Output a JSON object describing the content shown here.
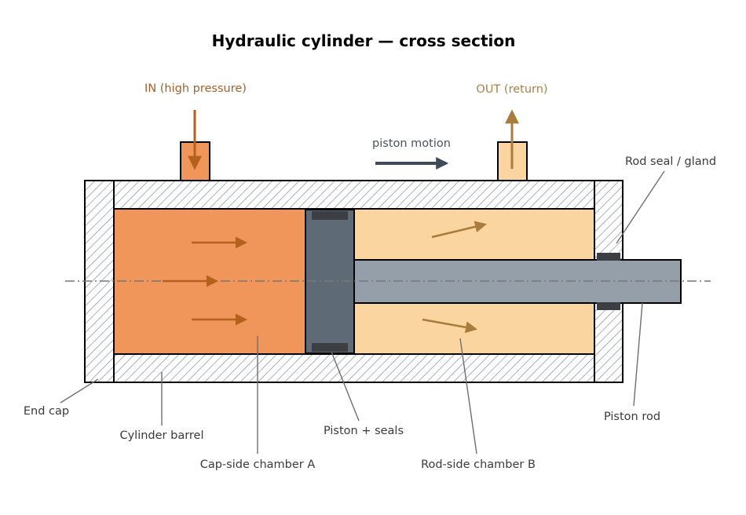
{
  "title": "Hydraulic cylinder — cross section",
  "ports": {
    "in_label": "IN (high pressure)",
    "out_label": "OUT (return)"
  },
  "motion_label": "piston motion",
  "callouts": {
    "rod_seal": "Rod seal / gland",
    "end_cap": "End cap",
    "cylinder_barrel": "Cylinder barrel",
    "cap_chamber": "Cap-side chamber A",
    "piston_seals": "Piston + seals",
    "rod_chamber": "Rod-side chamber B",
    "piston_rod": "Piston rod"
  },
  "colors": {
    "chamber_a": "#f0965a",
    "chamber_b": "#fad59f",
    "piston": "#5e6a76",
    "rod": "#959fa9",
    "seal": "#3b3f44",
    "hatch": "#7a8896",
    "flow_a": "#b5611e",
    "flow_b": "#a97b3c",
    "motion_arrow": "#3f4b58"
  }
}
